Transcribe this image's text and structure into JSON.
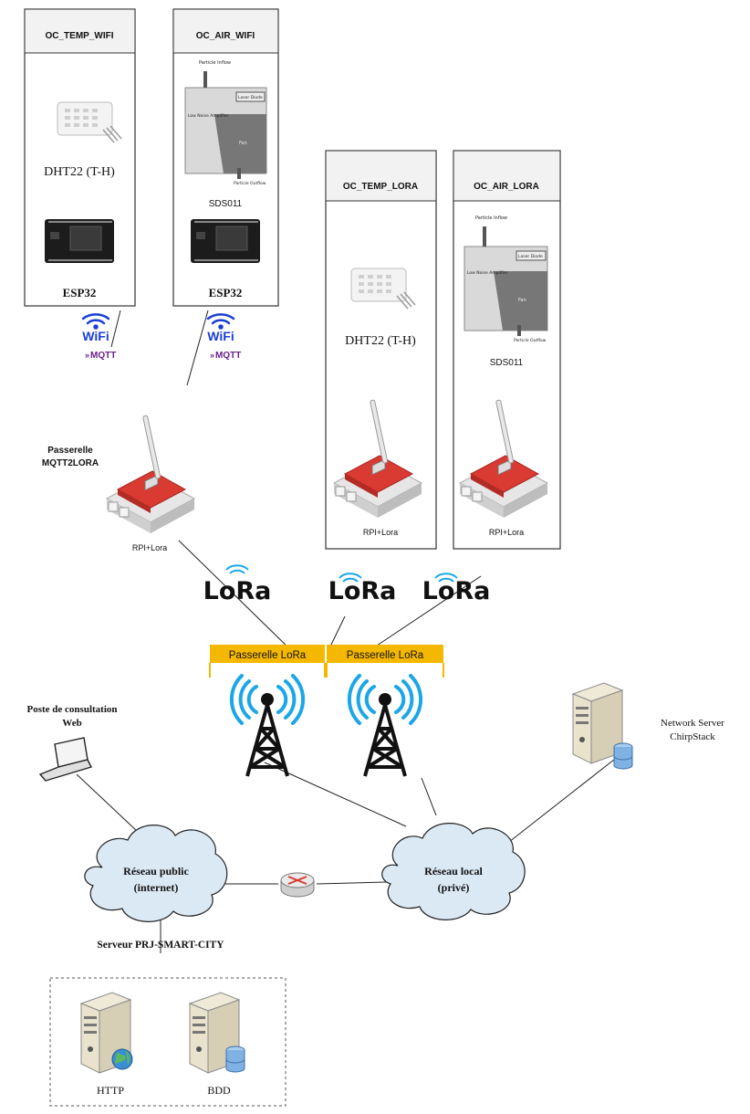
{
  "devices": {
    "temp_wifi": {
      "title": "OC_TEMP_WIFI",
      "sensor_label": "DHT22 (T-H)",
      "board_label": "ESP32"
    },
    "air_wifi": {
      "title": "OC_AIR_WIFI",
      "sensor_label": "SDS011",
      "board_label": "ESP32"
    },
    "temp_lora": {
      "title": "OC_TEMP_LORA",
      "sensor_label": "DHT22 (T-H)",
      "board_label": "RPI+Lora"
    },
    "air_lora": {
      "title": "OC_AIR_LORA",
      "sensor_label": "SDS011",
      "board_label": "RPI+Lora"
    }
  },
  "sds011_diagram": {
    "inflow": "Particle Inflow",
    "laser": "Laser Diode",
    "amplifier": "Low Noise Amplifier",
    "fan": "Fan",
    "outflow": "Particle Outflow"
  },
  "wifi_label": "WiFi",
  "mqtt_label": "MQTT",
  "lora_label": "LoRa",
  "mqtt2lora": {
    "title_line1": "Passerelle",
    "title_line2": "MQTT2LORA",
    "board_label": "RPI+Lora"
  },
  "lora_gateways": [
    "Passerelle LoRa",
    "Passerelle LoRa"
  ],
  "web_client": {
    "line1": "Poste de consultation",
    "line2": "Web"
  },
  "network_server": {
    "line1": "Network Server",
    "line2": "ChirpStack"
  },
  "public_network": {
    "line1": "Réseau public",
    "line2": "(internet)"
  },
  "local_network": {
    "line1": "Réseau local",
    "line2": "(privé)"
  },
  "server_group": {
    "title": "Serveur PRJ-SMART-CITY",
    "http": "HTTP",
    "bdd": "BDD"
  },
  "colors": {
    "wifi": "#1a3fd6",
    "mqtt": "#6a1f8f",
    "gateway_bar": "#f5b800",
    "signal": "#1aa6e8",
    "cloud": "#dbe9f4",
    "pcb_red": "#d93a32"
  }
}
